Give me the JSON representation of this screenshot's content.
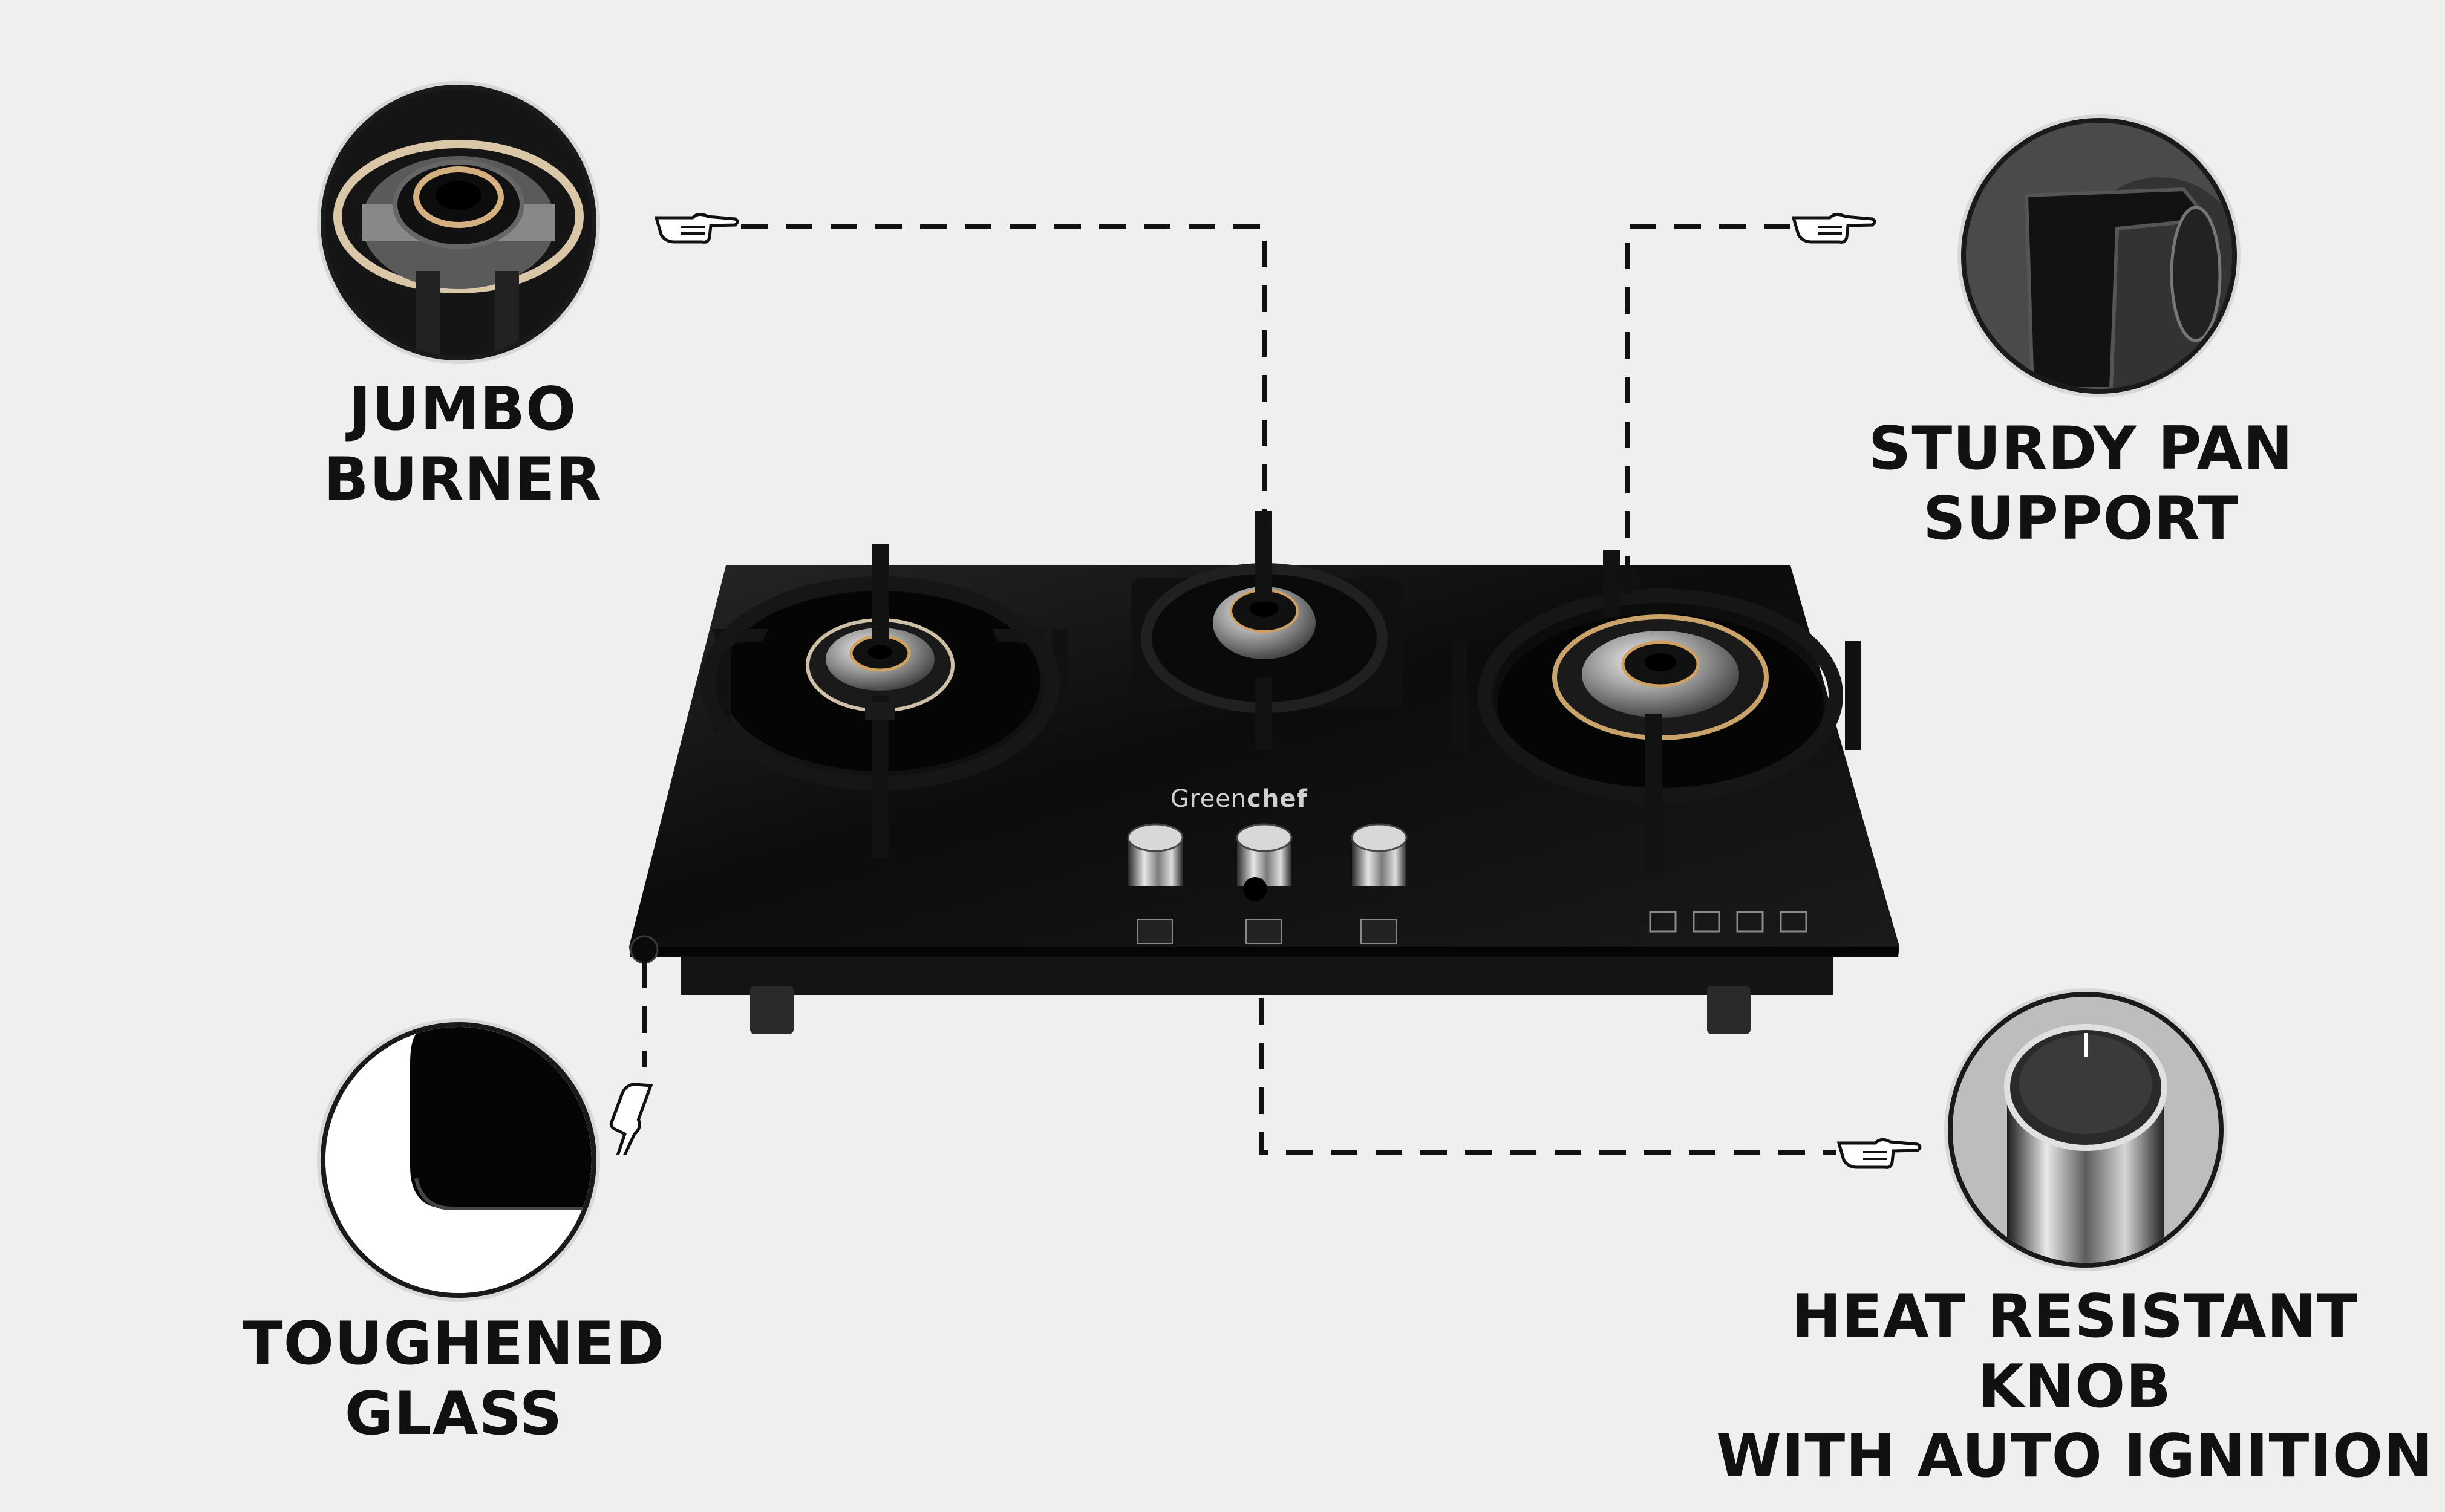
{
  "brand": {
    "prefix": "Green",
    "suffix": "chef"
  },
  "features": {
    "jumbo_burner": "JUMBO BURNER",
    "sturdy_pan_support": [
      "STURDY PAN",
      "SUPPORT"
    ],
    "toughened_glass": "TOUGHENED GLASS",
    "heat_resistant_knob": [
      "HEAT RESISTANT KNOB",
      "WITH AUTO IGNITION"
    ]
  },
  "colors": {
    "background": "#f0efee",
    "glass": "#0b0b0b",
    "steel": "#c9c9c9",
    "text": "#111111",
    "brass": "#c9a36a"
  },
  "icons": {
    "pointer": "pointing-hand-icon",
    "callout": "dashed-connector"
  }
}
